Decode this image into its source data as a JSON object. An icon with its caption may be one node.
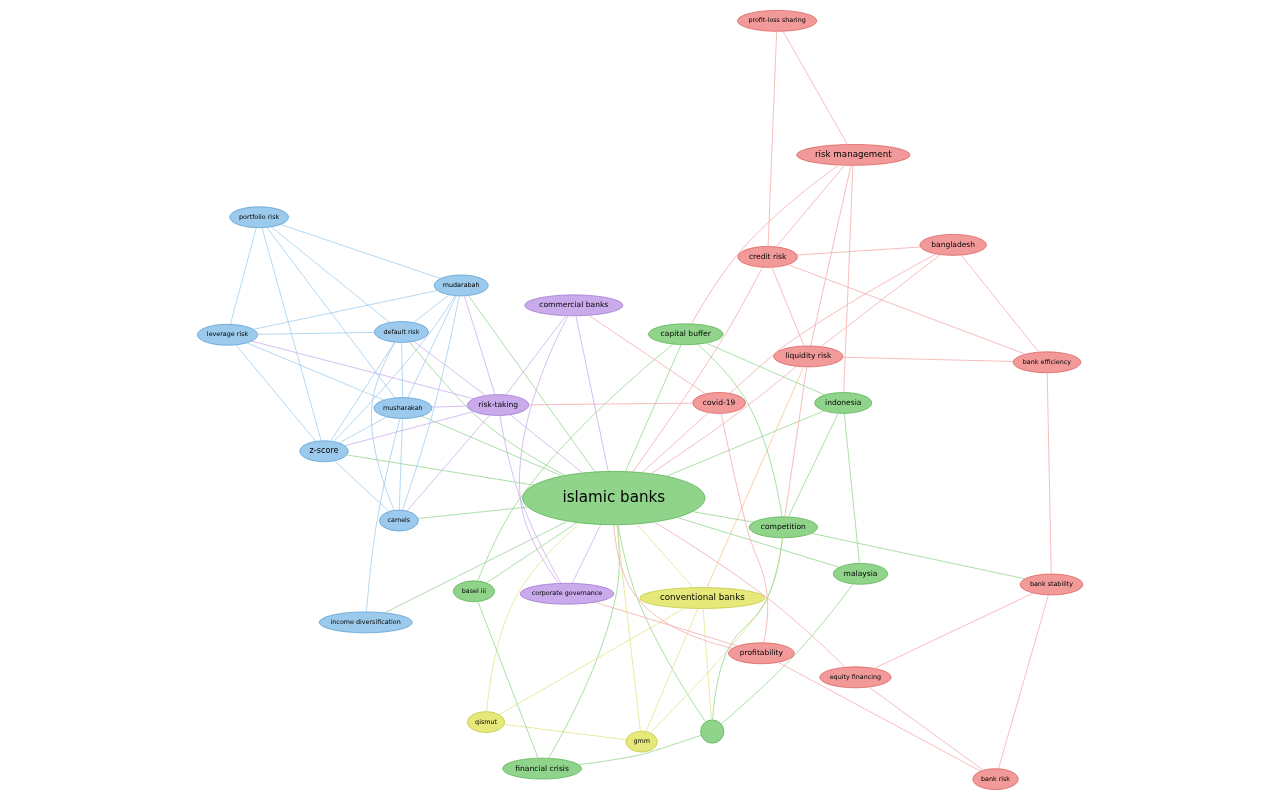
{
  "diagram": {
    "nodes": [
      {
        "text": [
          "islamic banks"
        ]
      },
      {
        "text": [],
        "shape": "circle"
      },
      {
        "text": [
          "conventional banks"
        ]
      },
      {
        "text": [
          "qismut"
        ]
      },
      {
        "text": [
          "gmm"
        ]
      },
      {
        "text": [
          "malaysia"
        ]
      },
      {
        "text": [
          "indonesia"
        ]
      },
      {
        "text": [
          "basel iii"
        ]
      },
      {
        "text": [
          "financial crisis"
        ]
      },
      {
        "text": [
          "capital buffer"
        ]
      },
      {
        "text": [
          "competition"
        ]
      },
      {
        "text": [
          "risk management"
        ]
      },
      {
        "text": [
          "profit-loss sharing"
        ]
      },
      {
        "text": [
          "liquidity risk"
        ]
      },
      {
        "text": [
          "credit risk"
        ]
      },
      {
        "text": [
          "bangladesh"
        ]
      },
      {
        "text": [
          "bank efficiency"
        ]
      },
      {
        "text": [
          "equity financing"
        ]
      },
      {
        "text": [
          "bank stability"
        ]
      },
      {
        "text": [
          "bank risk"
        ]
      },
      {
        "text": [
          "covid-19"
        ]
      },
      {
        "text": [
          "profitability"
        ]
      },
      {
        "text": [
          "commercial banks"
        ]
      },
      {
        "text": [
          "corporate governance"
        ]
      },
      {
        "text": [
          "risk-taking"
        ]
      },
      {
        "text": [
          "income diversification"
        ]
      },
      {
        "text": [
          "z-score"
        ]
      },
      {
        "text": [
          "musharakah"
        ]
      },
      {
        "text": [
          "portfolio risk"
        ]
      },
      {
        "text": [
          "camels"
        ]
      },
      {
        "text": [
          "default risk"
        ]
      },
      {
        "text": [
          "leverage risk"
        ]
      },
      {
        "text": [
          "mudarabah"
        ]
      }
    ],
    "edges": [
      {
        "from": 0,
        "to": 1,
        "arrow": "none",
        "color": "#8fd48a"
      },
      {
        "from": 0,
        "to": 5,
        "arrow": "none",
        "color": "#8fd48a"
      },
      {
        "from": 0,
        "to": 6,
        "arrow": "none",
        "color": "#8fd48a"
      },
      {
        "from": 0,
        "to": 7,
        "arrow": "none",
        "color": "#8fd48a"
      },
      {
        "from": 0,
        "to": 8,
        "arrow": "none",
        "color": "#8fd48a"
      },
      {
        "from": 0,
        "to": 9,
        "arrow": "none",
        "color": "#8fd48a"
      },
      {
        "from": 0,
        "to": 10,
        "arrow": "none",
        "color": "#8fd48a"
      },
      {
        "from": 5,
        "to": 6,
        "arrow": "none",
        "color": "#8fd48a"
      },
      {
        "from": 5,
        "to": 1,
        "arrow": "none",
        "color": "#8fd48a"
      },
      {
        "from": 6,
        "to": 9,
        "arrow": "none",
        "color": "#8fd48a"
      },
      {
        "from": 6,
        "to": 10,
        "arrow": "none",
        "color": "#8fd48a"
      },
      {
        "from": 7,
        "to": 9,
        "arrow": "none",
        "color": "#8fd48a"
      },
      {
        "from": 7,
        "to": 8,
        "arrow": "none",
        "color": "#8fd48a"
      },
      {
        "from": 9,
        "to": 10,
        "arrow": "none",
        "color": "#8fd48a"
      },
      {
        "from": 8,
        "to": 1,
        "arrow": "none",
        "color": "#8fd48a"
      },
      {
        "from": 10,
        "to": 1,
        "arrow": "none",
        "color": "#8fd48a"
      },
      {
        "from": 10,
        "to": 18,
        "arrow": "none",
        "color": "#8fd48a"
      },
      {
        "from": 0,
        "to": 25,
        "arrow": "none",
        "color": "#8fd48a"
      },
      {
        "from": 0,
        "to": 26,
        "arrow": "none",
        "color": "#8fd48a"
      },
      {
        "from": 0,
        "to": 27,
        "arrow": "none",
        "color": "#8fd48a"
      },
      {
        "from": 0,
        "to": 29,
        "arrow": "none",
        "color": "#8fd48a"
      },
      {
        "from": 0,
        "to": 30,
        "arrow": "none",
        "color": "#8fd48a"
      },
      {
        "from": 0,
        "to": 32,
        "arrow": "none",
        "color": "#8fd48a"
      },
      {
        "from": 2,
        "to": 3,
        "arrow": "none",
        "color": "#dfe383"
      },
      {
        "from": 2,
        "to": 4,
        "arrow": "none",
        "color": "#dfe383"
      },
      {
        "from": 3,
        "to": 4,
        "arrow": "none",
        "color": "#dfe383"
      },
      {
        "from": 3,
        "to": 0,
        "arrow": "none",
        "color": "#dfe383"
      },
      {
        "from": 2,
        "to": 0,
        "arrow": "none",
        "color": "#dfe383"
      },
      {
        "from": 2,
        "to": 1,
        "arrow": "none",
        "color": "#dfe383"
      },
      {
        "from": 4,
        "to": 0,
        "arrow": "none",
        "color": "#dfe383"
      },
      {
        "from": 4,
        "to": 10,
        "arrow": "none",
        "color": "#dfe383"
      },
      {
        "from": 2,
        "to": 13,
        "arrow": "none",
        "color": "#f2c58e"
      },
      {
        "from": 11,
        "to": 12,
        "arrow": "none"
      },
      {
        "from": 11,
        "to": 14,
        "arrow": "none"
      },
      {
        "from": 11,
        "to": 13,
        "arrow": "none"
      },
      {
        "from": 11,
        "to": 6,
        "arrow": "none"
      },
      {
        "from": 11,
        "to": 9,
        "arrow": "none"
      },
      {
        "from": 12,
        "to": 14,
        "arrow": "none"
      },
      {
        "from": 14,
        "to": 13,
        "arrow": "none"
      },
      {
        "from": 14,
        "to": 15,
        "arrow": "none"
      },
      {
        "from": 14,
        "to": 16,
        "arrow": "none"
      },
      {
        "from": 14,
        "to": 0,
        "arrow": "none"
      },
      {
        "from": 13,
        "to": 15,
        "arrow": "none"
      },
      {
        "from": 13,
        "to": 16,
        "arrow": "none"
      },
      {
        "from": 13,
        "to": 0,
        "arrow": "none"
      },
      {
        "from": 13,
        "to": 10,
        "arrow": "none"
      },
      {
        "from": 15,
        "to": 16,
        "arrow": "none"
      },
      {
        "from": 15,
        "to": 20,
        "arrow": "none"
      },
      {
        "from": 16,
        "to": 18,
        "arrow": "none"
      },
      {
        "from": 17,
        "to": 18,
        "arrow": "none"
      },
      {
        "from": 17,
        "to": 19,
        "arrow": "none"
      },
      {
        "from": 17,
        "to": 0,
        "arrow": "none"
      },
      {
        "from": 18,
        "to": 19,
        "arrow": "none"
      },
      {
        "from": 19,
        "to": 21,
        "arrow": "none"
      },
      {
        "from": 20,
        "to": 21,
        "arrow": "none"
      },
      {
        "from": 20,
        "to": 0,
        "arrow": "none"
      },
      {
        "from": 21,
        "to": 0,
        "arrow": "none"
      },
      {
        "from": 20,
        "to": 24,
        "arrow": "none"
      },
      {
        "from": 20,
        "to": 22,
        "arrow": "none"
      },
      {
        "from": 21,
        "to": 23,
        "arrow": "none"
      },
      {
        "from": 22,
        "to": 0,
        "arrow": "none",
        "color": "#c9aaea"
      },
      {
        "from": 22,
        "to": 24,
        "arrow": "none",
        "color": "#c9aaea"
      },
      {
        "from": 22,
        "to": 23,
        "arrow": "none",
        "color": "#c9aaea"
      },
      {
        "from": 23,
        "to": 24,
        "arrow": "none",
        "color": "#c9aaea"
      },
      {
        "from": 23,
        "to": 0,
        "arrow": "none",
        "color": "#c9aaea"
      },
      {
        "from": 24,
        "to": 0,
        "arrow": "none",
        "color": "#c9aaea"
      },
      {
        "from": 24,
        "to": 26,
        "arrow": "none",
        "color": "#c9aaea"
      },
      {
        "from": 24,
        "to": 29,
        "arrow": "none",
        "color": "#c9aaea"
      },
      {
        "from": 24,
        "to": 30,
        "arrow": "none",
        "color": "#c9aaea"
      },
      {
        "from": 24,
        "to": 32,
        "arrow": "none",
        "color": "#c9aaea"
      },
      {
        "from": 24,
        "to": 31,
        "arrow": "none",
        "color": "#c9aaea"
      },
      {
        "from": 24,
        "to": 27,
        "arrow": "none",
        "color": "#c9aaea"
      },
      {
        "from": 25,
        "to": 27,
        "arrow": "none",
        "color": "#9ccaec"
      },
      {
        "from": 26,
        "to": 27,
        "arrow": "none",
        "color": "#9ccaec"
      },
      {
        "from": 26,
        "to": 28,
        "arrow": "none",
        "color": "#9ccaec"
      },
      {
        "from": 26,
        "to": 29,
        "arrow": "none",
        "color": "#9ccaec"
      },
      {
        "from": 26,
        "to": 30,
        "arrow": "none",
        "color": "#9ccaec"
      },
      {
        "from": 26,
        "to": 31,
        "arrow": "none",
        "color": "#9ccaec"
      },
      {
        "from": 26,
        "to": 32,
        "arrow": "none",
        "color": "#9ccaec"
      },
      {
        "from": 27,
        "to": 28,
        "arrow": "none",
        "color": "#9ccaec"
      },
      {
        "from": 27,
        "to": 30,
        "arrow": "none",
        "color": "#9ccaec"
      },
      {
        "from": 27,
        "to": 31,
        "arrow": "none",
        "color": "#9ccaec"
      },
      {
        "from": 27,
        "to": 32,
        "arrow": "none",
        "color": "#9ccaec"
      },
      {
        "from": 28,
        "to": 30,
        "arrow": "none",
        "color": "#9ccaec"
      },
      {
        "from": 28,
        "to": 31,
        "arrow": "none",
        "color": "#9ccaec"
      },
      {
        "from": 28,
        "to": 32,
        "arrow": "none",
        "color": "#9ccaec"
      },
      {
        "from": 29,
        "to": 30,
        "arrow": "none",
        "color": "#9ccaec"
      },
      {
        "from": 29,
        "to": 32,
        "arrow": "none",
        "color": "#9ccaec"
      },
      {
        "from": 29,
        "to": 27,
        "arrow": "none",
        "color": "#9ccaec"
      },
      {
        "from": 30,
        "to": 31,
        "arrow": "none",
        "color": "#9ccaec"
      },
      {
        "from": 30,
        "to": 32,
        "arrow": "none",
        "color": "#9ccaec"
      },
      {
        "from": 31,
        "to": 32,
        "arrow": "none",
        "color": "#9ccaec"
      }
    ]
  }
}
